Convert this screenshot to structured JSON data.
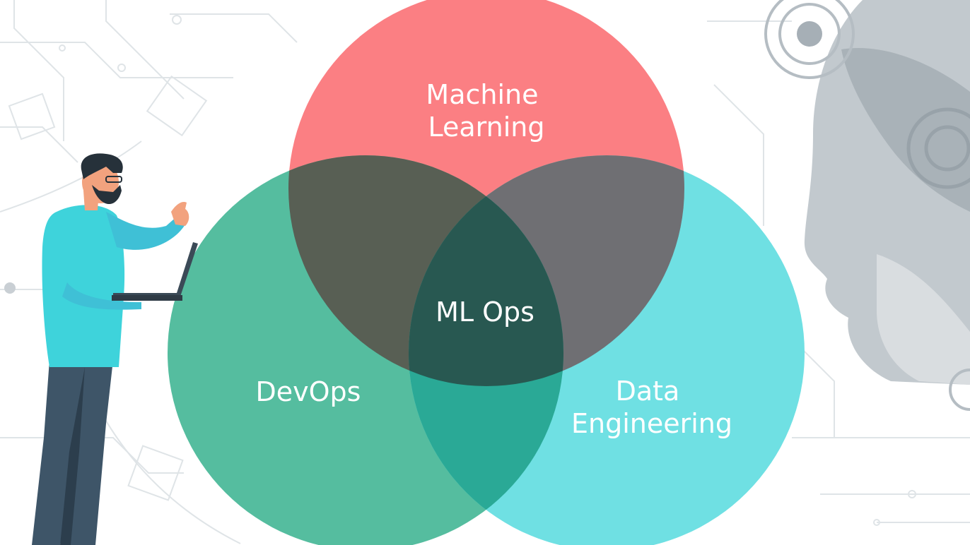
{
  "colors": {
    "background": "#ffffff",
    "machine_learning_circle": "#fb7f83",
    "devops_circle": "#55bd9f",
    "data_engineering_circle": "#6fe0e3",
    "ml_devops_overlap": "#585f54",
    "ml_data_overlap": "#6f6f73",
    "devops_data_overlap": "#2aa996",
    "center_overlap": "#285851",
    "circuit_lines": "#dfe4e7",
    "person_shirt": "#3ed3db",
    "person_pants": "#3e5568",
    "robot_head": "#bfc6cb"
  },
  "diagram": {
    "circles": [
      {
        "id": "machine-learning",
        "label_lines": [
          "Machine",
          "Learning"
        ]
      },
      {
        "id": "devops",
        "label_lines": [
          "DevOps"
        ]
      },
      {
        "id": "data-engineering",
        "label_lines": [
          "Data",
          "Engineering"
        ]
      }
    ],
    "center_label": "ML Ops"
  },
  "illustrations": {
    "left": "person-with-laptop-illustration",
    "right": "robot-head-illustration",
    "background": "circuit-board-pattern"
  }
}
